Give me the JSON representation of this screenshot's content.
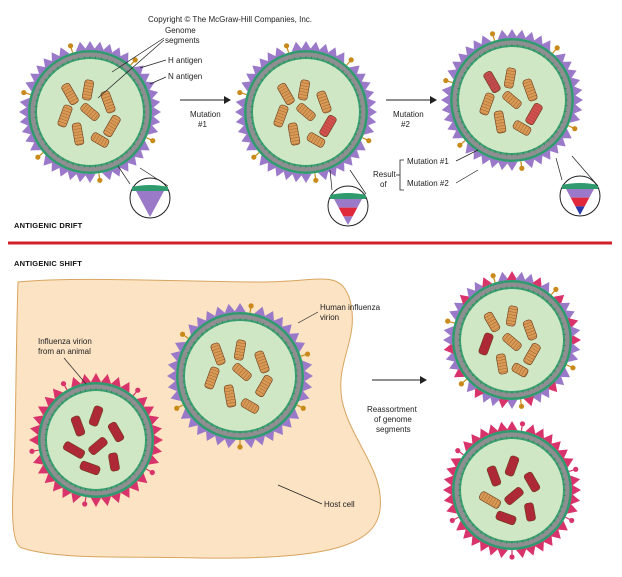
{
  "copyright": "Copyright © The McGraw-Hill Companies, Inc.",
  "drift": {
    "title": "ANTIGENIC DRIFT",
    "labels": {
      "genome_segments_line1": "Genome",
      "genome_segments_line2": "segments",
      "h_antigen": "H antigen",
      "n_antigen": "N antigen"
    },
    "mutation1_line1": "Mutation",
    "mutation1_line2": "#1",
    "mutation2_line1": "Mutation",
    "mutation2_line2": "#2",
    "result_line1": "Result",
    "result_line2": "of",
    "result_item1": "Mutation #1",
    "result_item2": "Mutation #2"
  },
  "shift": {
    "title": "ANTIGENIC SHIFT",
    "human_virion_line1": "Human influenza",
    "human_virion_line2": "virion",
    "animal_virion_line1": "Influenza virion",
    "animal_virion_line2": "from an animal",
    "reassortment_line1": "Reassortment",
    "reassortment_line2": "of genome",
    "reassortment_line3": "segments",
    "host_cell": "Host cell"
  },
  "colors": {
    "virion_interior": "#cfe7c4",
    "envelope_outer": "#2f9a6e",
    "envelope_gray": "#8f8f92",
    "envelope_inner": "#3aa070",
    "h_antigen": "#9a7ac8",
    "n_antigen": "#c98a1a",
    "human_segment": "#d99a55",
    "animal_segment": "#b3263a",
    "mutation_red": "#e0283a",
    "mutation_blue": "#2a3aa8",
    "host_cell": "#fbe3c4",
    "divider": "#d0202a"
  }
}
